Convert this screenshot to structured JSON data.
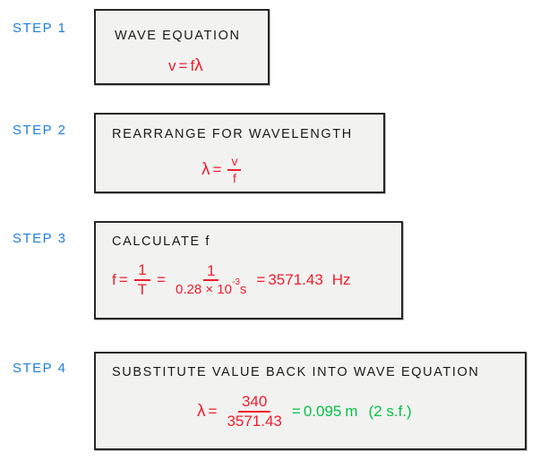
{
  "document": {
    "title": "Wave equation worked solution",
    "colors": {
      "step_label": "#1f7fe0",
      "panel_bg": "#f2f2f0",
      "panel_border": "#262626",
      "formula_red": "#ef1d2d",
      "result_green": "#05c247",
      "title_black": "#1a1a1a"
    }
  },
  "steps": [
    {
      "label": "STEP  1",
      "title": "WAVE  EQUATION",
      "formula": {
        "lhs": "v",
        "equals": "=",
        "rhs_f": "f",
        "rhs_lambda": "λ"
      }
    },
    {
      "label": "STEP  2",
      "title": "REARRANGE  FOR  WAVELENGTH",
      "formula": {
        "lhs": "λ",
        "equals": "=",
        "numerator": "v",
        "denominator": "f"
      }
    },
    {
      "label": "STEP  3",
      "title": "CALCULATE   f",
      "formula": {
        "lhs": "f",
        "equals_1": "=",
        "frac1_num": "1",
        "frac1_den": "T",
        "equals_2": "=",
        "frac2_num": "1",
        "frac2_den_coeff": "0.28 × 10",
        "frac2_den_exp": "-3",
        "frac2_den_unit": "s",
        "equals_3": "=",
        "result": "3571.43",
        "unit": "Hz"
      }
    },
    {
      "label": "STEP  4",
      "title": "SUBSTITUTE  VALUE  BACK  INTO  WAVE  EQUATION",
      "formula": {
        "lhs": "λ",
        "equals_1": "=",
        "numerator": "340",
        "denominator": "3571.43",
        "equals_2": "=",
        "result": "0.095",
        "unit": "m",
        "precision_note": "(2 s.f.)"
      }
    }
  ]
}
